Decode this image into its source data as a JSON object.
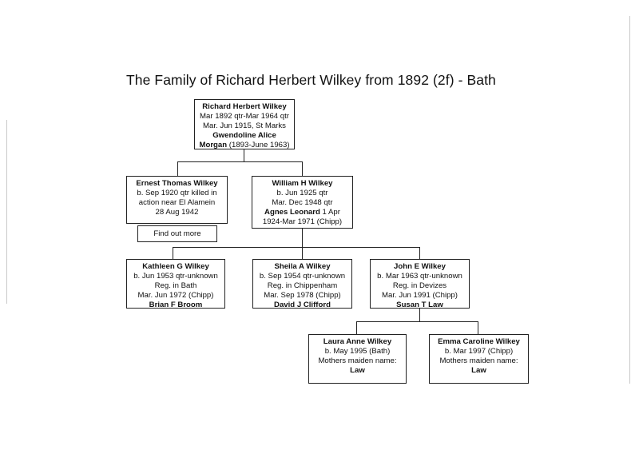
{
  "title": "The Family of Richard Herbert Wilkey from 1892 (2f) - Bath",
  "people": {
    "richard": {
      "name": "Richard Herbert Wilkey",
      "line1": "Mar 1892 qtr-Mar 1964 qtr",
      "line2": "Mar. Jun 1915, St Marks",
      "spouse_first": "Gwendoline Alice",
      "spouse_surname": "Morgan",
      "spouse_dates": " (1893-June 1963)"
    },
    "ernest": {
      "name": "Ernest Thomas Wilkey",
      "line1": "b. Sep 1920 qtr killed in",
      "line2": "action near El Alamein",
      "line3": "28 Aug 1942",
      "link_label": "Find out more"
    },
    "william": {
      "name": "William H Wilkey",
      "line1": "b. Jun 1925 qtr",
      "line2": "Mar. Dec 1948 qtr",
      "spouse_name": "Agnes Leonard",
      "spouse_extra": " 1 Apr",
      "line3": "1924-Mar 1971 (Chipp)"
    },
    "kathleen": {
      "name": "Kathleen G Wilkey",
      "line1": "b. Jun 1953 qtr-unknown",
      "line2": "Reg. in Bath",
      "line3": "Mar. Jun 1972 (Chipp)",
      "spouse": "Brian F Broom"
    },
    "sheila": {
      "name": "Sheila A Wilkey",
      "line1": "b. Sep 1954 qtr-unknown",
      "line2": "Reg. in Chippenham",
      "line3": "Mar. Sep 1978 (Chipp)",
      "spouse": "David J Clifford"
    },
    "john": {
      "name": "John E Wilkey",
      "line1": "b. Mar 1963 qtr-unknown",
      "line2": "Reg. in Devizes",
      "line3": "Mar. Jun 1991 (Chipp)",
      "spouse": "Susan T Law"
    },
    "laura": {
      "name": "Laura Anne Wilkey",
      "line1": "b. May 1995 (Bath)",
      "line2": "Mothers maiden name:",
      "maiden": "Law"
    },
    "emma": {
      "name": "Emma Caroline Wilkey",
      "line1": "b. Mar 1997 (Chipp)",
      "line2": "Mothers maiden name:",
      "maiden": "Law"
    }
  }
}
